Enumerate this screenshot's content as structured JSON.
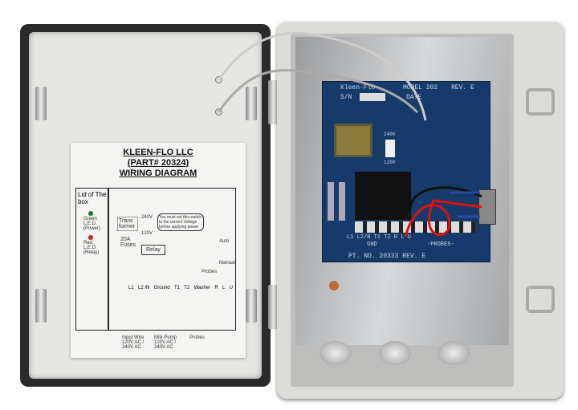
{
  "diagram": {
    "title_lines": [
      "KLEEN-FLO LLC",
      "(PART# 20324)",
      "WIRING DIAGRAM"
    ],
    "lid_label": "Lid of The box",
    "green_led": "Green L.E.D. (Power)",
    "red_led": "Red L.E.D. (Relay)",
    "transformer": "Trans former",
    "voltage_note": "You must set this switch to the correct Voltage before applying power",
    "v240": "240V",
    "v120": "120V",
    "fuses": "20A Fuses",
    "relay": "Relay",
    "auto": "Auto",
    "manual": "Manual",
    "probes": "Probes",
    "terminals": [
      "L1",
      "L2 /N",
      "Ground",
      "T1",
      "T2",
      "Washer",
      "R",
      "L",
      "U"
    ],
    "input_wire": "Input Wire 120V AC / 240V AC",
    "milk_pump": "Milk Pump 120V AC / 240V AC",
    "probes_bottom": "Probes"
  },
  "board": {
    "brand": "Kleen-Flo",
    "model": "MODEL 202",
    "rev": "REV. E",
    "sn": "S/N",
    "date": "DATE",
    "v240": "240V",
    "v120": "120V",
    "terminals": "L1 L2/N  T1 T2  R  L  U",
    "gnd": "GND",
    "probes": "-PROBES-",
    "part_no": "PT. NO. 20333 REV. E"
  }
}
